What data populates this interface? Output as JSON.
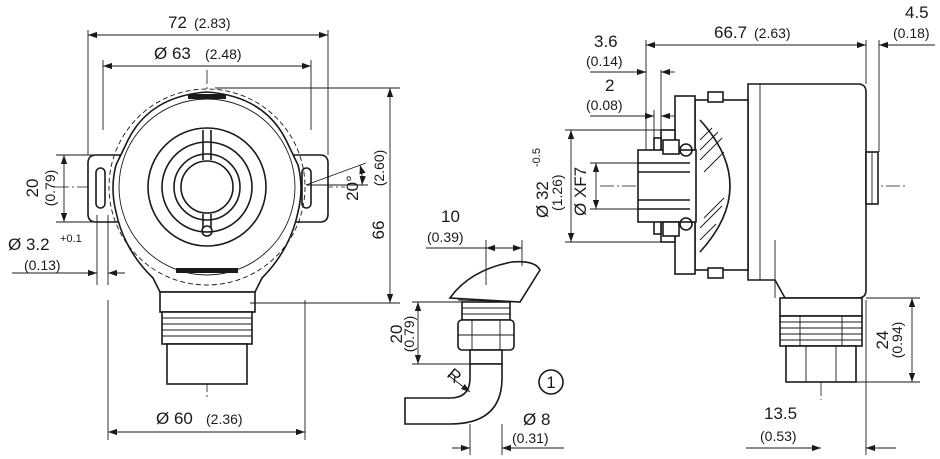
{
  "front_view": {
    "width_overall": "72",
    "width_overall_inch": "(2.83)",
    "flange_diameter": "Ø 63",
    "flange_diameter_inch": "(2.48)",
    "slot_height": "20",
    "slot_height_inch": "(0.79)",
    "hole_diameter": "Ø 3.2",
    "hole_tolerance": "+0.1",
    "hole_diameter_inch": "(0.13)",
    "slot_angle": "20°",
    "height_overall": "66",
    "height_overall_inch": "(2.60)",
    "bottom_diameter": "Ø 60",
    "bottom_diameter_inch": "(2.36)"
  },
  "cable_view": {
    "width": "10",
    "width_inch": "(0.39)",
    "height": "20",
    "height_inch": "(0.79)",
    "radius_label": "R",
    "cable_diameter": "Ø 8",
    "cable_diameter_inch": "(0.31)",
    "callout_number": "1"
  },
  "side_view": {
    "length": "66.7",
    "length_inch": "(2.63)",
    "right_offset": "4.5",
    "right_offset_inch": "(0.18)",
    "flange_thickness": "3.6",
    "flange_thickness_inch": "(0.14)",
    "collar_thickness": "2",
    "collar_thickness_inch": "(0.08)",
    "spigot_diameter": "Ø 32",
    "spigot_tolerance": "-0.5",
    "spigot_diameter_inch": "(1.26)",
    "bore_fit": "Ø XF7",
    "connector_height": "24",
    "connector_height_inch": "(0.94)",
    "connector_offset": "13.5",
    "connector_offset_inch": "(0.53)"
  }
}
